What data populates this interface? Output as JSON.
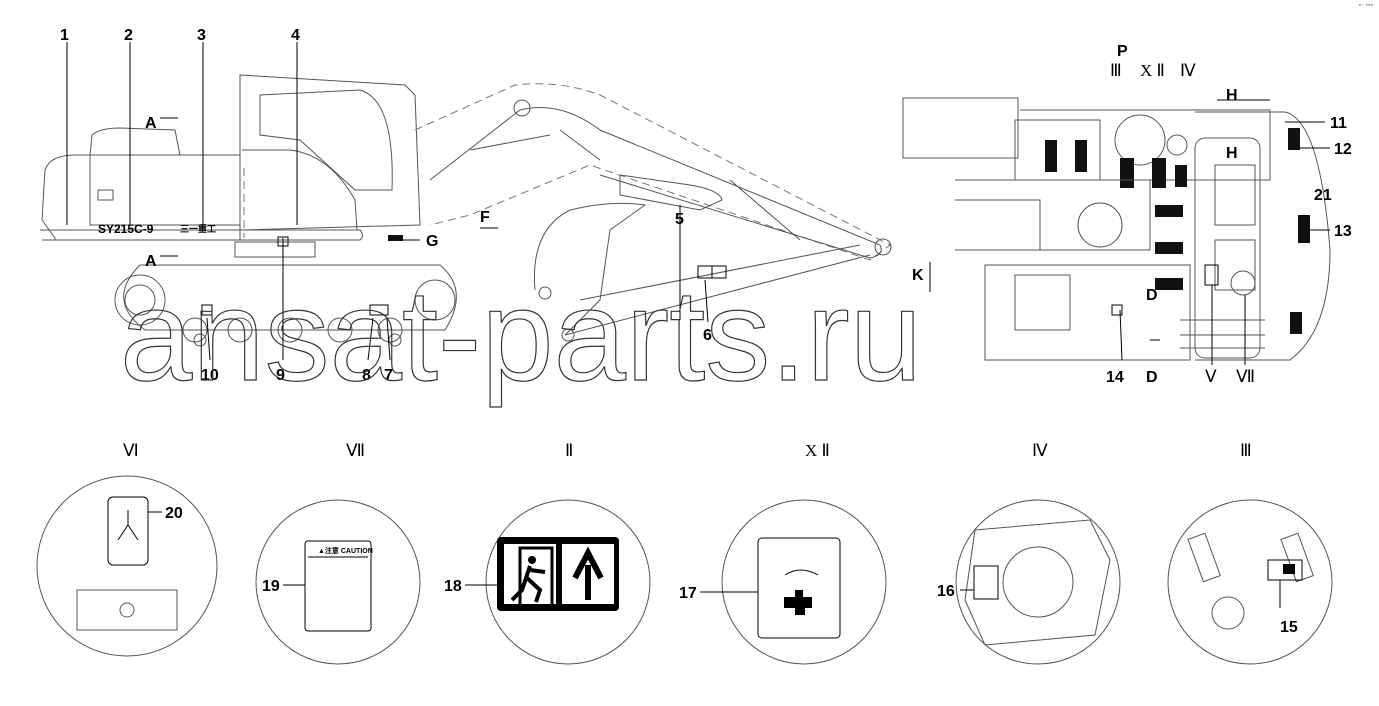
{
  "corner_mark": "▪▫ ▪▪▪",
  "watermark": "ansat-parts.ru",
  "model_decal": "SY215C-9",
  "brand_decal": "三一重工",
  "caution_label": "▲注意 CAUTION",
  "callouts": {
    "n1": "1",
    "n2": "2",
    "n3": "3",
    "n4": "4",
    "n5": "5",
    "n6": "6",
    "n7": "7",
    "n8": "8",
    "n9": "9",
    "n10": "10",
    "n11": "11",
    "n12": "12",
    "n13": "13",
    "n14": "14",
    "n15": "15",
    "n16": "16",
    "n17": "17",
    "n18": "18",
    "n19": "19",
    "n20": "20",
    "n21": "21"
  },
  "section_letters": {
    "A_top": "A",
    "A_bottom": "A",
    "F": "F",
    "G": "G",
    "K": "K",
    "P": "P",
    "H_top": "H",
    "H_bottom": "H",
    "D_top": "D",
    "D_bottom": "D"
  },
  "top_view_romans": {
    "III": "Ⅲ",
    "XII": "X Ⅱ",
    "IV": "Ⅳ",
    "V": "Ⅴ",
    "VII": "Ⅶ"
  },
  "detail_views": [
    {
      "title": "Ⅵ",
      "callout": "20"
    },
    {
      "title": "Ⅶ",
      "callout": "19"
    },
    {
      "title": "Ⅱ",
      "callout": "18"
    },
    {
      "title": "X Ⅱ",
      "callout": "17"
    },
    {
      "title": "Ⅳ",
      "callout": "16"
    },
    {
      "title": "Ⅲ",
      "callout": "15"
    }
  ]
}
